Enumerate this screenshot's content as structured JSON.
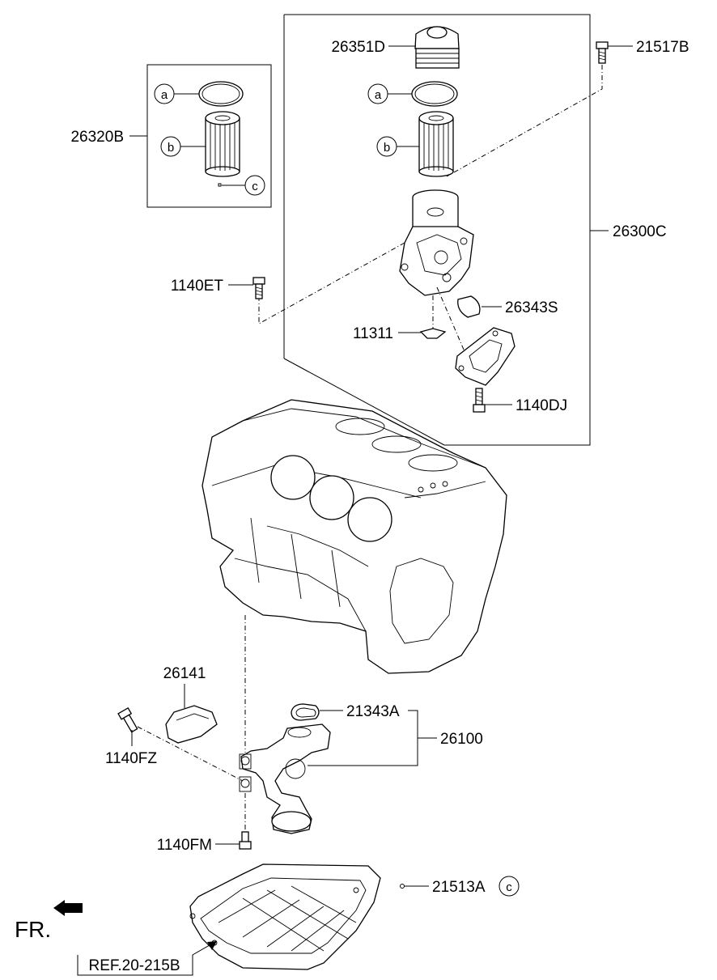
{
  "parts": {
    "p26351D": "26351D",
    "p21517B": "21517B",
    "p26320B": "26320B",
    "p26300C": "26300C",
    "p1140ET": "1140ET",
    "p26343S": "26343S",
    "p11311": "11311",
    "p1140DJ": "1140DJ",
    "p26141": "26141",
    "p21343A": "21343A",
    "p26100": "26100",
    "p1140FZ": "1140FZ",
    "p1140FM": "1140FM",
    "p21513A": "21513A"
  },
  "callouts": {
    "a": "a",
    "b": "b",
    "c": "c"
  },
  "ref_label": "REF.20-215B",
  "front_label": "FR."
}
